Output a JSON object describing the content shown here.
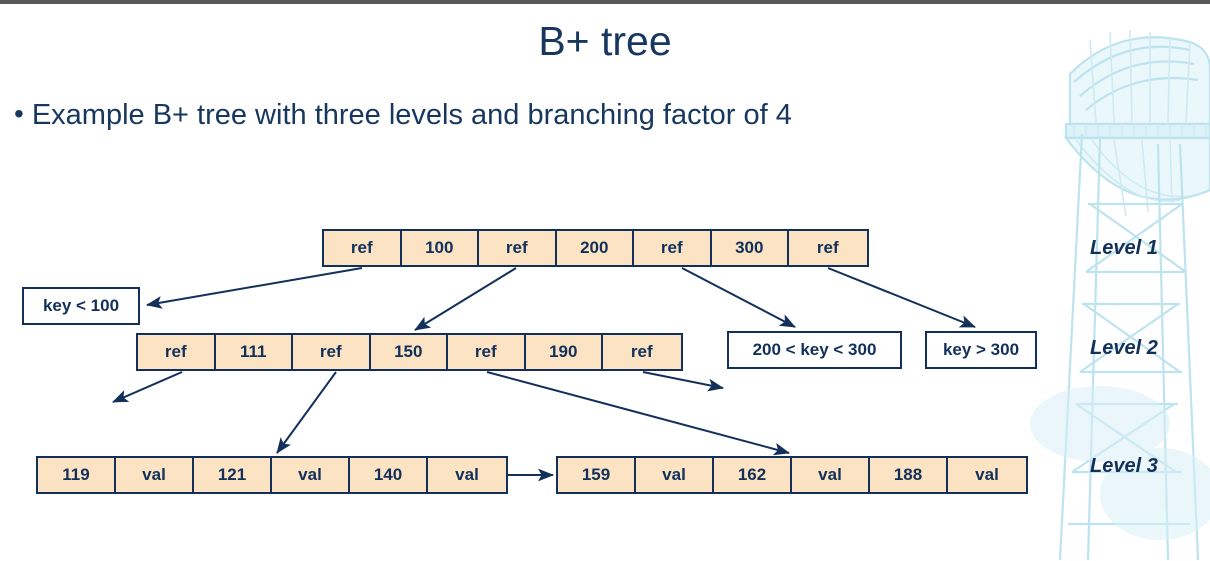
{
  "slide": {
    "title": "B+ tree",
    "bullet_marker": "•",
    "bullet": "Example B+ tree with three levels and branching factor of 4",
    "colors": {
      "text_navy": "#17375E",
      "node_border": "#12305A",
      "node_fill": "#FCE3C4",
      "watermark_blue": "#BCE2EE",
      "top_bar": "#595959"
    }
  },
  "diagram": {
    "type": "b-plus-tree",
    "levels": [
      {
        "label": "Level 1",
        "nodes": [
          {
            "name": "root",
            "cells": [
              "ref",
              "100",
              "ref",
              "200",
              "ref",
              "300",
              "ref"
            ]
          }
        ]
      },
      {
        "label": "Level 2",
        "nodes": [
          {
            "name": "internal",
            "cells": [
              "ref",
              "111",
              "ref",
              "150",
              "ref",
              "190",
              "ref"
            ]
          }
        ]
      },
      {
        "label": "Level 3",
        "nodes": [
          {
            "name": "leaf-1",
            "cells": [
              "119",
              "val",
              "121",
              "val",
              "140",
              "val"
            ]
          },
          {
            "name": "leaf-2",
            "cells": [
              "159",
              "val",
              "162",
              "val",
              "188",
              "val"
            ]
          }
        ]
      }
    ],
    "annotations": [
      {
        "name": "key-lt-100",
        "text": "key < 100"
      },
      {
        "name": "key-between-200-300",
        "text": "200 < key < 300"
      },
      {
        "name": "key-gt-300",
        "text": "key > 300"
      }
    ],
    "level_labels": [
      "Level 1",
      "Level 2",
      "Level 3"
    ]
  }
}
